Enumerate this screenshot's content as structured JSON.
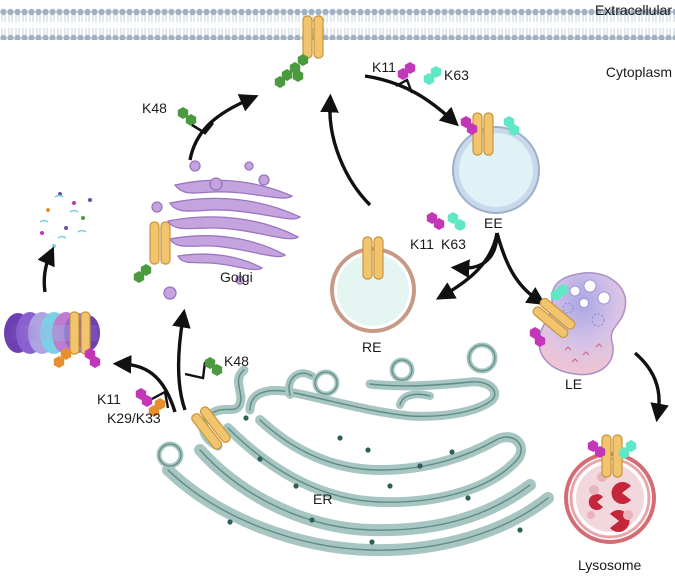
{
  "labels": {
    "extracellular": "Extracellular",
    "cytoplasm": "Cytoplasm",
    "golgi": "Golgi",
    "er": "ER",
    "re": "RE",
    "ee": "EE",
    "le": "LE",
    "lysosome": "Lysosome"
  },
  "ubiquitin_labels": {
    "k48_golgi": "K48",
    "k11_top": "K11",
    "k63_top": "K63",
    "k11_ee": "K11",
    "k63_ee": "K63",
    "k48_er": "K48",
    "k11_er": "K11",
    "k29_k33_er": "K29/K33"
  },
  "colors": {
    "receptor": "#f2c46d",
    "receptor_stroke": "#c9953a",
    "k48": "#4b9a3e",
    "k11": "#c436b8",
    "k63": "#5ee8c6",
    "k29_k33": "#e78f2f",
    "membrane_head": "#9fb1c3",
    "golgi": "#c4a3df",
    "er": "#a7c6c2",
    "ee": "#dff3f6",
    "re_border": "#c69a86",
    "lysosome": "#e8a8ad",
    "arrow": "#111111"
  }
}
